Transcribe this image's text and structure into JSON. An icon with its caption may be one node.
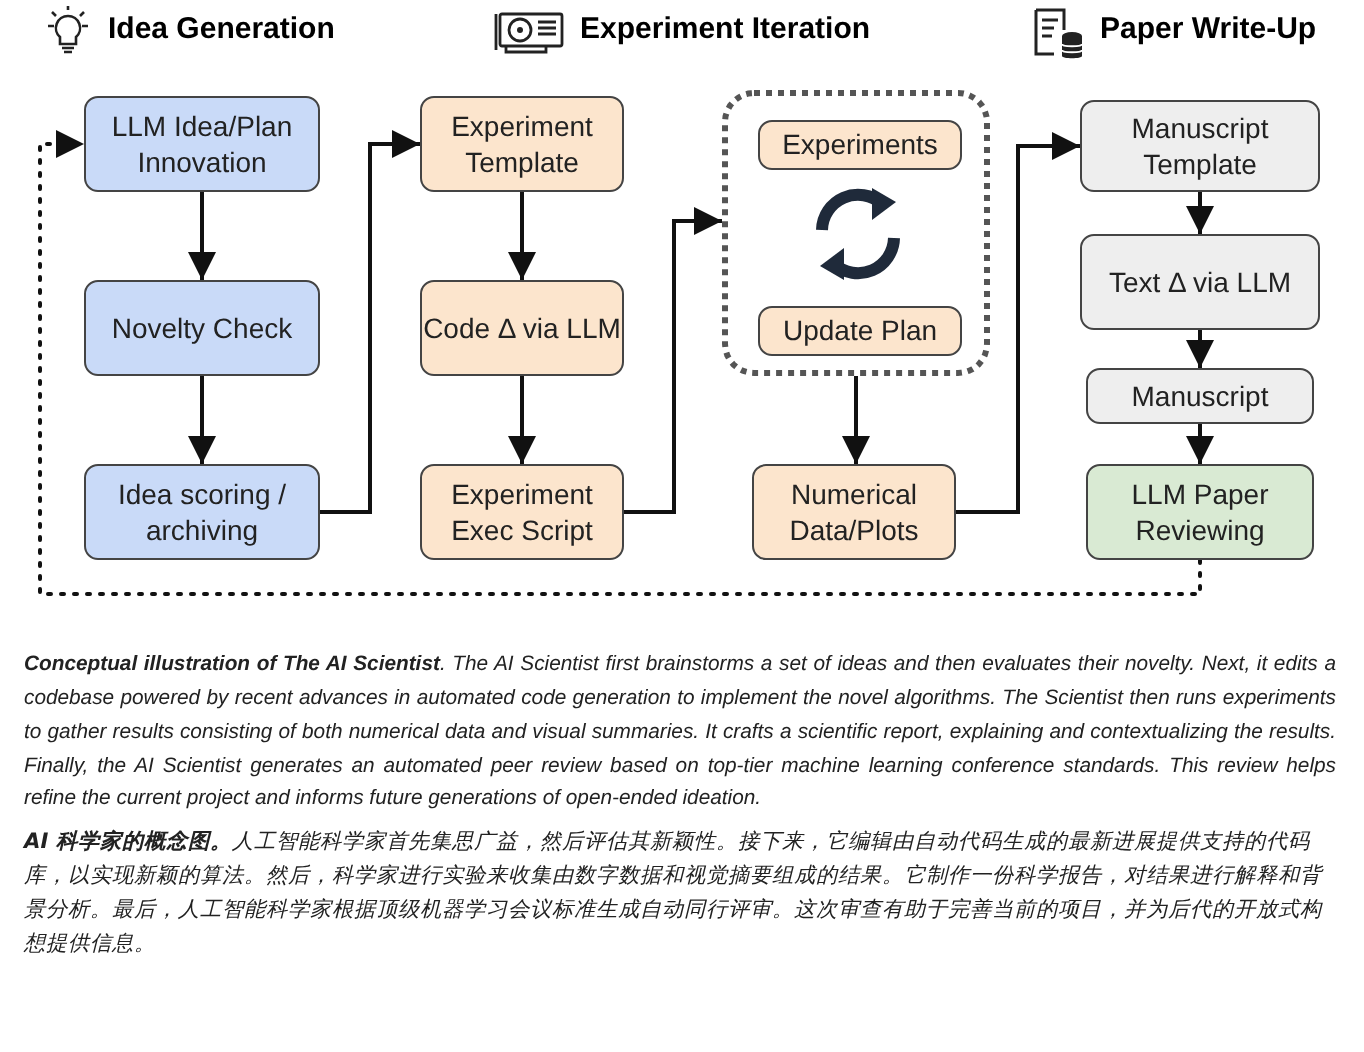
{
  "diagram": {
    "caption": "**Conceptual illustration of The AI Scientist**. The AI Scientist first brainstorms a set of ideas and then evaluates their novelty. Next, it edits a codebase powered by recent advances in automated code generation to implement the novel algorithms. The Scientist then runs experiments to gather results consisting of both numerical data and visual summaries. It crafts a scientific report, explaining and contextualizing the results. Finally, the AI Scientist generates an automated peer review based on top-tier machine learning conference standards. This review helps refine the current project and informs future generations of open-ended ideation.",
    "nodes": [
      {
        "text": [
          "LLM Idea/Plan Innovation"
        ]
      },
      {
        "text": [
          "Novelty Check"
        ]
      },
      {
        "text": [
          "Idea scoring / archiving"
        ]
      },
      {
        "text": [
          "Experiment Template"
        ]
      },
      {
        "text": [
          "Code Δ via LLM"
        ]
      },
      {
        "text": [
          "Experiment Exec Script"
        ]
      },
      {
        "text": [],
        "shape": "box"
      },
      {
        "text": [
          "Experiments"
        ],
        "in": 6
      },
      {
        "text": [
          "Update Plan"
        ],
        "in": 6
      },
      {
        "text": [
          "Numerical Data/Plots"
        ]
      },
      {
        "text": [
          "Manuscript Template"
        ]
      },
      {
        "text": [
          "Text Δ via LLM"
        ]
      },
      {
        "text": [
          "Manuscript"
        ]
      },
      {
        "text": [
          "LLM Paper Reviewing"
        ]
      }
    ],
    "edges": [
      {
        "from": 0,
        "to": 1,
        "arrow": "to"
      },
      {
        "from": 1,
        "to": 2,
        "arrow": "to"
      },
      {
        "from": 2,
        "to": 3,
        "arrow": "to"
      },
      {
        "from": 3,
        "to": 4,
        "arrow": "to"
      },
      {
        "from": 4,
        "to": 5,
        "arrow": "to"
      },
      {
        "from": 5,
        "to": 6,
        "arrow": "to"
      },
      {
        "from": 6,
        "to": 9,
        "arrow": "to"
      },
      {
        "from": 9,
        "to": 10,
        "arrow": "to"
      },
      {
        "from": 10,
        "to": 11,
        "arrow": "to"
      },
      {
        "from": 11,
        "to": 12,
        "arrow": "to"
      },
      {
        "from": 12,
        "to": 13,
        "arrow": "to"
      },
      {
        "from": 13,
        "to": 0,
        "arrow": "to",
        "style": "dashed"
      }
    ],
    "labels": [
      "Idea Generation",
      "Experiment Iteration",
      "Paper Write-Up",
      "**AI 科学家的概念图。**人工智能科学家首先集思广益，然后评估其新颖性。接下来，它编辑由自动代码生成的最新进展提供支持的代码库，以实现新颖的算法。然后，科学家进行实验来收集由数字数据和视觉摘要组成的结果。它制作一份科学报告，对结果进行解释和背景分析。最后，人工智能科学家根据顶级机器学习会议标准生成自动同行评审。这次审查有助于完善当前的项目，并为后代的开放式构想提供信息。"
    ]
  }
}
